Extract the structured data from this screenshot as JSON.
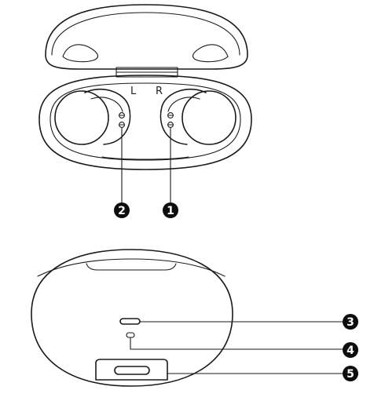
{
  "case_labels": {
    "left": "L",
    "right": "R"
  },
  "callouts": [
    {
      "number": "1"
    },
    {
      "number": "2"
    },
    {
      "number": "3"
    },
    {
      "number": "4"
    },
    {
      "number": "5"
    }
  ]
}
